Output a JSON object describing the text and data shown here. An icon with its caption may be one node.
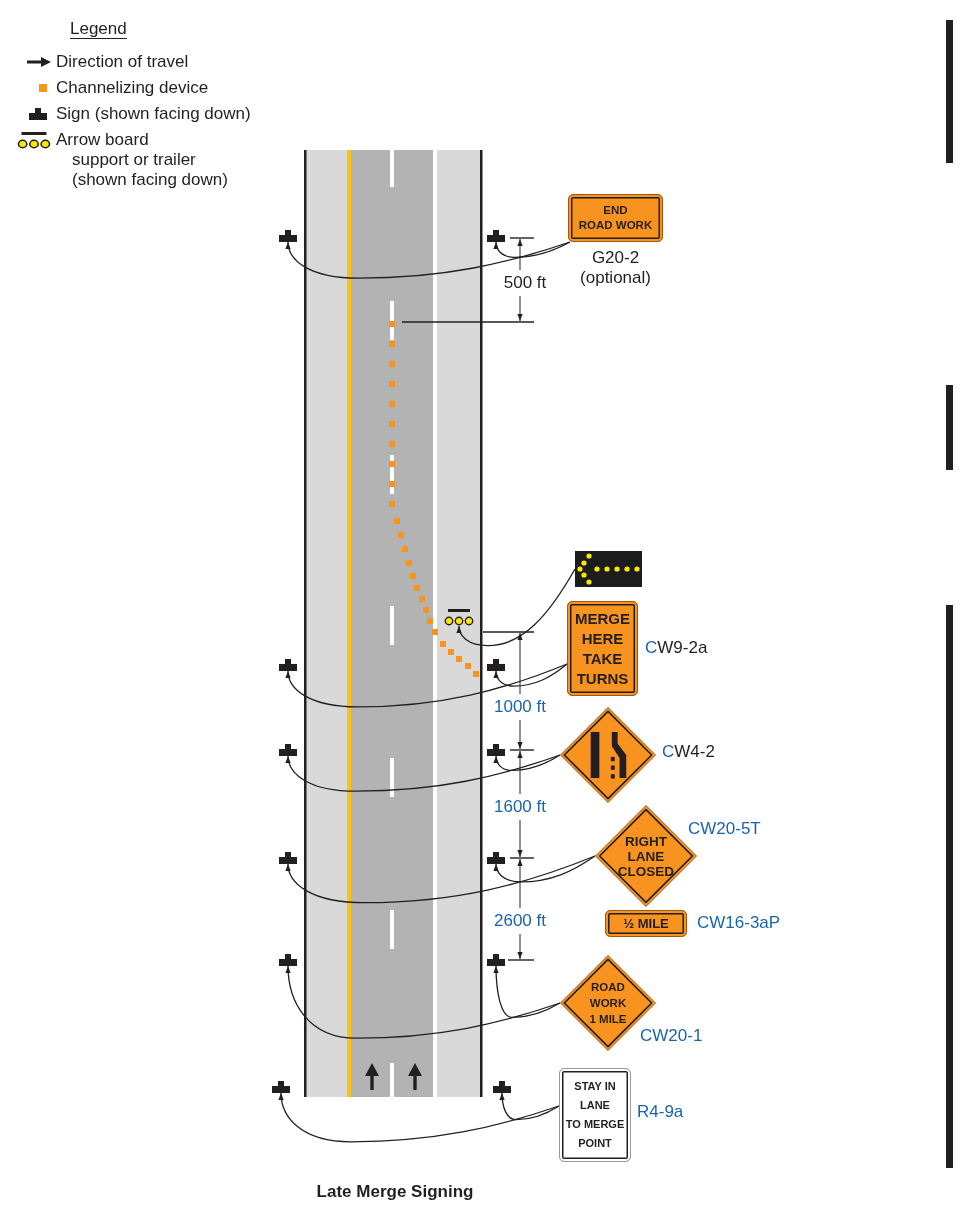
{
  "diagram": {
    "caption": "Late Merge Signing",
    "nodes": [
      {
        "text": [],
        "shape": "sign"
      },
      {
        "text": [],
        "shape": "sign"
      },
      {
        "text": [
          "END ROAD WORK"
        ],
        "beside": [
          "G20-2 (optional)"
        ]
      },
      {
        "text": [],
        "shape": "picture"
      },
      {
        "text": [],
        "shape": "trailer"
      },
      {
        "text": [],
        "shape": "sign"
      },
      {
        "text": [],
        "shape": "sign"
      },
      {
        "text": [
          "MERGE HERE TAKE TURNS"
        ],
        "beside": [
          "CW9-2a"
        ]
      },
      {
        "text": [],
        "shape": "sign"
      },
      {
        "text": [],
        "shape": "sign"
      },
      {
        "text": [],
        "shape": "diamond",
        "beside": [
          "CW4-2"
        ]
      },
      {
        "text": [],
        "shape": "sign"
      },
      {
        "text": [],
        "shape": "sign"
      },
      {
        "text": [
          "RIGHT LANE CLOSED"
        ],
        "beside": [
          "CW20-5T"
        ]
      },
      {
        "text": [
          "½ MILE"
        ],
        "beside": [
          "CW16-3aP"
        ]
      },
      {
        "text": [],
        "shape": "sign"
      },
      {
        "text": [],
        "shape": "sign"
      },
      {
        "text": [
          "ROAD WORK 1 MILE"
        ],
        "beside": [
          "CW20-1"
        ]
      },
      {
        "text": [],
        "shape": "sign"
      },
      {
        "text": [],
        "shape": "sign"
      },
      {
        "text": [
          "STAY IN LANE TO MERGE POINT"
        ],
        "beside": [
          "R4-9a"
        ]
      }
    ],
    "edges": [
      {
        "from": 2,
        "to": 0,
        "arrow": "to"
      },
      {
        "from": 2,
        "to": 1,
        "arrow": "to"
      },
      {
        "from": 3,
        "to": 4,
        "arrow": "to"
      },
      {
        "from": 7,
        "to": 5,
        "arrow": "to"
      },
      {
        "from": 7,
        "to": 6,
        "arrow": "to"
      },
      {
        "from": 10,
        "to": 8,
        "arrow": "to"
      },
      {
        "from": 10,
        "to": 9,
        "arrow": "to"
      },
      {
        "from": 13,
        "to": 11,
        "arrow": "to"
      },
      {
        "from": 13,
        "to": 12,
        "arrow": "to"
      },
      {
        "from": 17,
        "to": 15,
        "arrow": "to"
      },
      {
        "from": 17,
        "to": 16,
        "arrow": "to"
      },
      {
        "from": 20,
        "to": 18,
        "arrow": "to"
      },
      {
        "from": 20,
        "to": 19,
        "arrow": "to"
      }
    ],
    "labels": [
      "Legend",
      "500 ft",
      "1000 ft",
      "1600 ft",
      "2600 ft"
    ],
    "legend": [
      {
        "text": "Direction of travel"
      },
      {
        "text": "Channelizing device",
        "color": "#f7941d"
      },
      {
        "text": "Sign (shown facing down)"
      },
      {
        "text": "Arrow board support or trailer (shown facing down)"
      }
    ]
  }
}
